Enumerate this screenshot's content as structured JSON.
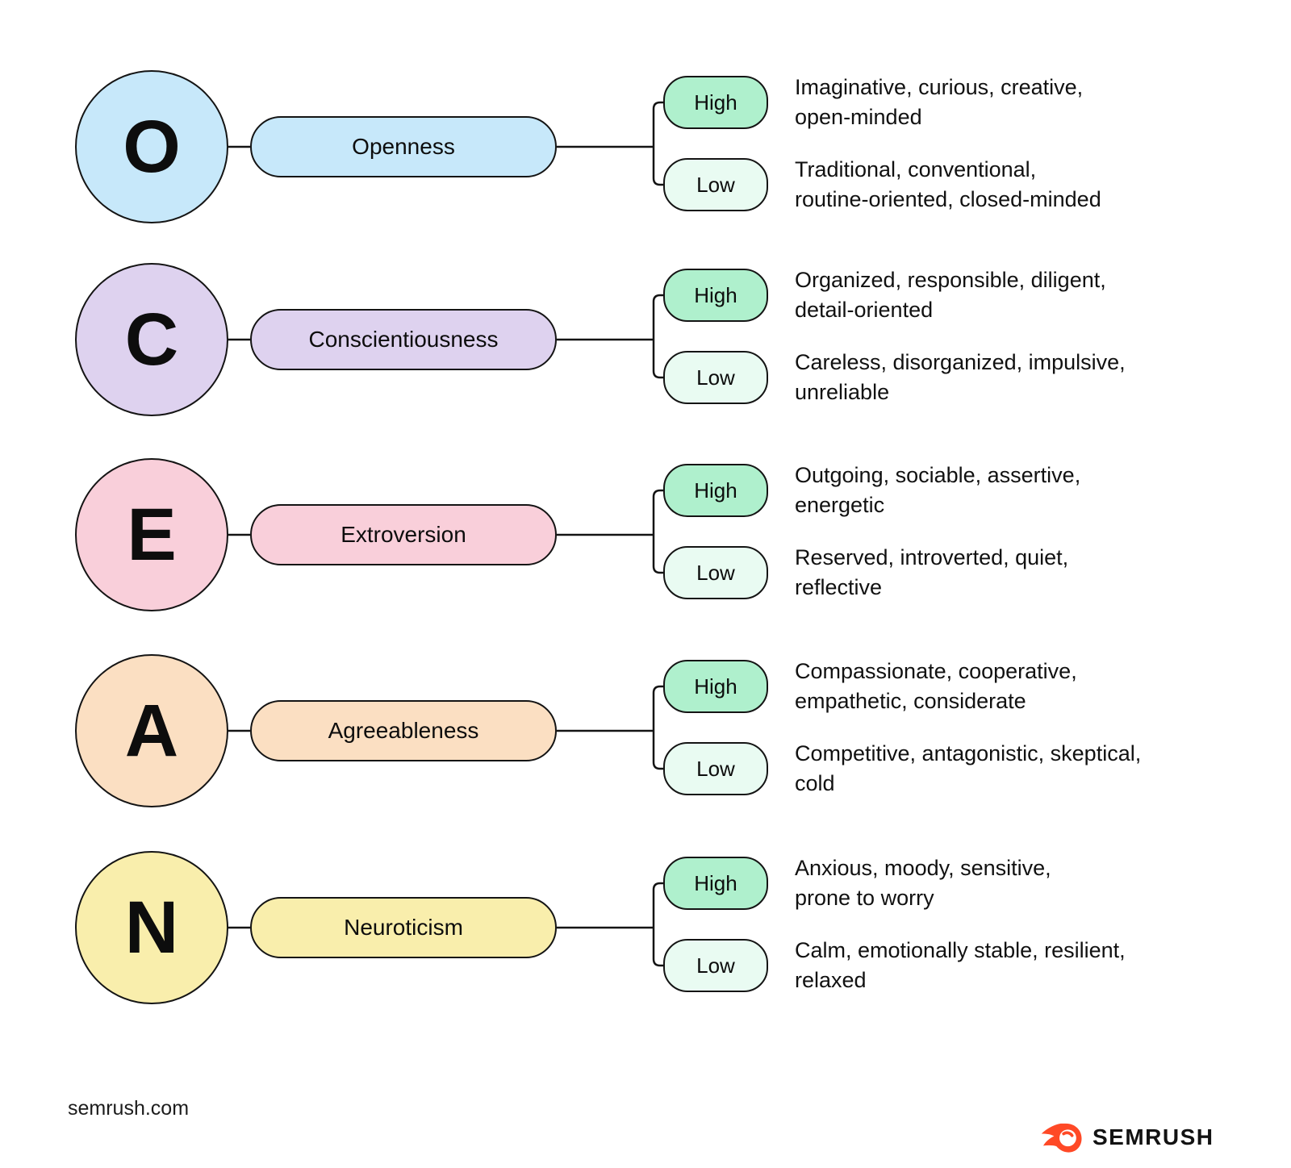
{
  "diagram": {
    "acronym": "OCEAN",
    "stroke_color": "#141414",
    "high_fill": "#AFF0CD",
    "low_fill": "#E9FBF2",
    "rows": [
      {
        "letter": "O",
        "trait": "Openness",
        "color": "#C7E8FA",
        "high": {
          "label": "High",
          "description": "Imaginative, curious, creative,\nopen-minded"
        },
        "low": {
          "label": "Low",
          "description": "Traditional, conventional,\nroutine-oriented, closed-minded"
        }
      },
      {
        "letter": "C",
        "trait": "Conscientiousness",
        "color": "#DED2EF",
        "high": {
          "label": "High",
          "description": "Organized, responsible, diligent,\ndetail-oriented"
        },
        "low": {
          "label": "Low",
          "description": "Careless, disorganized, impulsive,\nunreliable"
        }
      },
      {
        "letter": "E",
        "trait": "Extroversion",
        "color": "#F9CFDA",
        "high": {
          "label": "High",
          "description": "Outgoing, sociable, assertive,\nenergetic"
        },
        "low": {
          "label": "Low",
          "description": "Reserved, introverted, quiet,\nreflective"
        }
      },
      {
        "letter": "A",
        "trait": "Agreeableness",
        "color": "#FBDFC2",
        "high": {
          "label": "High",
          "description": "Compassionate, cooperative,\nempathetic, considerate"
        },
        "low": {
          "label": "Low",
          "description": "Competitive, antagonistic, skeptical,\ncold"
        }
      },
      {
        "letter": "N",
        "trait": "Neuroticism",
        "color": "#F9EEAC",
        "high": {
          "label": "High",
          "description": "Anxious, moody, sensitive,\nprone to worry"
        },
        "low": {
          "label": "Low",
          "description": "Calm, emotionally stable, resilient,\nrelaxed"
        }
      }
    ]
  },
  "footer": {
    "website": "semrush.com",
    "brand": "SEMRUSH",
    "brand_color": "#FF4926"
  }
}
